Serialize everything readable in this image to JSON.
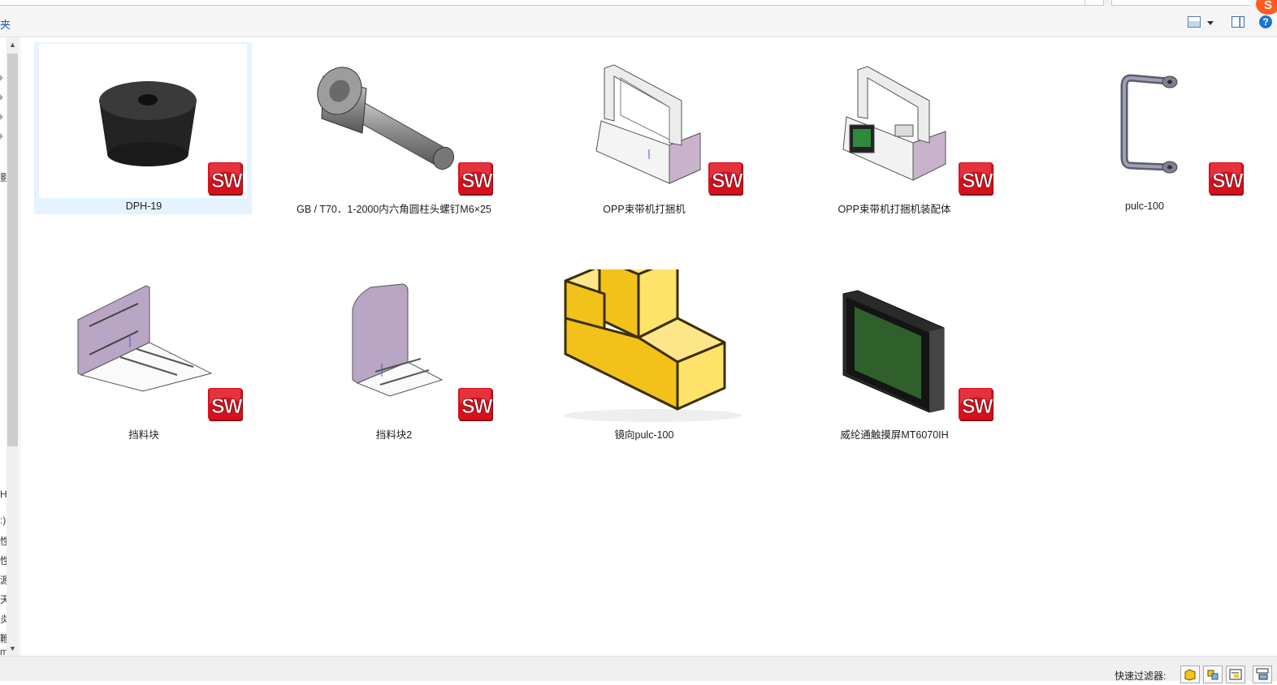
{
  "toolbar": {
    "breadcrumb_fragment": "夹",
    "help_glyph": "?",
    "ime_glyph": "S"
  },
  "left_panel": {
    "fragments": [
      "影",
      "H",
      ":)",
      "性",
      "性",
      "源",
      "天",
      "炎",
      "鞭",
      "m"
    ]
  },
  "files": [
    {
      "name": "DPH-19",
      "icon": "rubber-foot-model-icon",
      "badge": "solidworks-icon",
      "selected": true
    },
    {
      "name": "GB / T70．1-2000内六角圆柱头螺钉M6×25",
      "icon": "socket-head-screw-model-icon",
      "badge": "solidworks-icon",
      "selected": false
    },
    {
      "name": "OPP束带机打捆机",
      "icon": "strapping-machine-model-icon",
      "badge": "solidworks-icon",
      "selected": false
    },
    {
      "name": "OPP束带机打捆机装配体",
      "icon": "strapping-machine-assembly-icon",
      "badge": "solidworks-icon",
      "selected": false
    },
    {
      "name": "pulc-100",
      "icon": "pull-handle-model-icon",
      "badge": "solidworks-icon",
      "selected": false
    },
    {
      "name": "挡料块",
      "icon": "stopper-bracket-model-icon",
      "badge": "solidworks-icon",
      "selected": false
    },
    {
      "name": "挡料块2",
      "icon": "stopper-bracket-model-icon",
      "badge": "solidworks-icon",
      "selected": false
    },
    {
      "name": "镜向pulc-100",
      "icon": "generic-part-icon",
      "badge": "",
      "selected": false
    },
    {
      "name": "威纶通触摸屏MT6070IH",
      "icon": "touch-screen-model-icon",
      "badge": "solidworks-icon",
      "selected": false
    }
  ],
  "sw_badge_text": {
    "s": "S",
    "w": "W"
  },
  "statusbar": {
    "filter_label": "快速过滤器:"
  },
  "colors": {
    "selection": "#e5f3ff",
    "sw_red": "#d8101c",
    "part_yellow": "#f5c518",
    "accent_blue": "#1b74d2"
  }
}
